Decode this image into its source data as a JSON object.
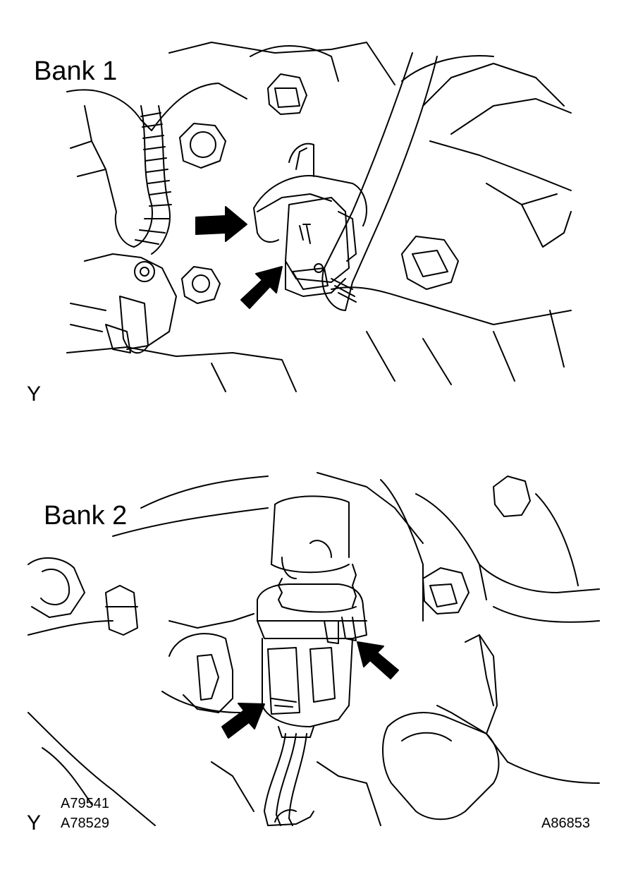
{
  "panels": [
    {
      "title": "Bank 1",
      "view_mark": "Y"
    },
    {
      "title": "Bank 2",
      "view_mark": "Y"
    }
  ],
  "codes": {
    "left_1": "A79541",
    "left_2": "A78529",
    "right": "A86853"
  },
  "colors": {
    "ink": "#000000",
    "paper": "#ffffff"
  }
}
